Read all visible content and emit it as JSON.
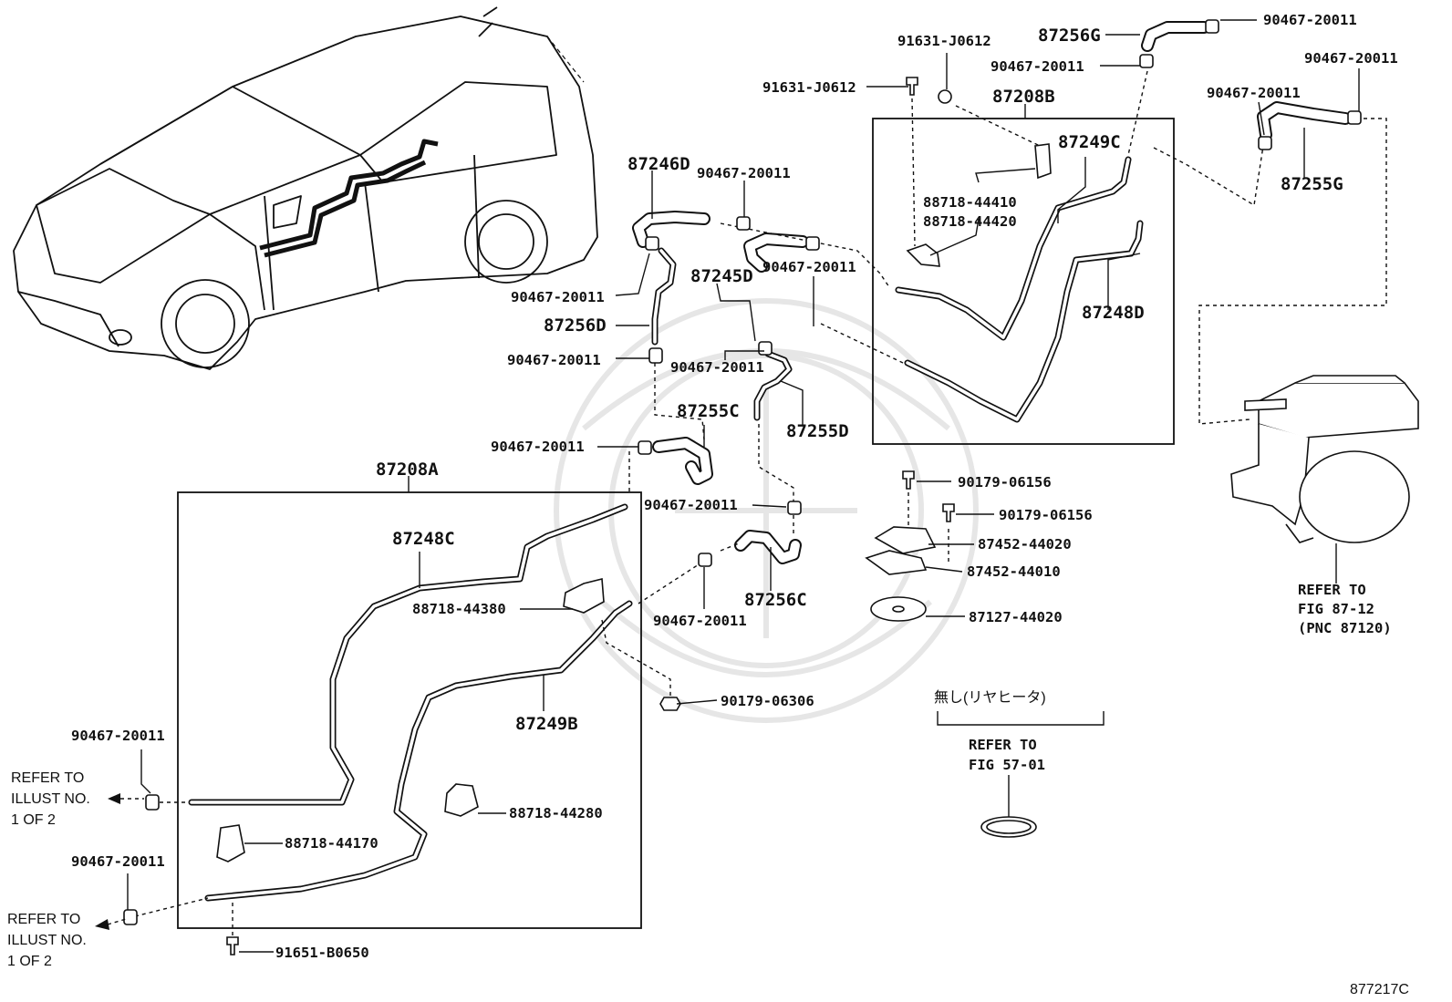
{
  "figure_id": "877217C",
  "assemblies": {
    "rear_a": "87208A",
    "rear_b": "87208B"
  },
  "parts": {
    "hose_87246d": "87246D",
    "hose_87245d": "87245D",
    "hose_87256d": "87256D",
    "hose_87255c": "87255C",
    "hose_87255d": "87255D",
    "hose_87256c": "87256C",
    "hose_87256g": "87256G",
    "hose_87255g": "87255G",
    "pipe_87248c": "87248C",
    "pipe_87249b": "87249B",
    "pipe_87249c": "87249C",
    "pipe_87248d": "87248D",
    "clamp": "90467-20011",
    "bolt_j0612": "91631-J0612",
    "clamp_44410": "88718-44410",
    "clamp_44420": "88718-44420",
    "clamp_44380": "88718-44380",
    "clamp_44280": "88718-44280",
    "clamp_44170": "88718-44170",
    "bolt_06156": "90179-06156",
    "nut_06306": "90179-06306",
    "bolt_b0650": "91651-B0650",
    "plate_44020": "87452-44020",
    "plate_44010": "87452-44010",
    "grommet_44020": "87127-44020"
  },
  "refer_notes": {
    "illust_top": [
      "REFER TO",
      "ILLUST NO.",
      "1 OF 2"
    ],
    "illust_bottom": [
      "REFER TO",
      "ILLUST NO.",
      "1 OF 2"
    ],
    "fig_87_12": [
      "REFER TO",
      "FIG 87-12",
      "(PNC 87120)"
    ],
    "fig_57_01": [
      "REFER TO",
      "FIG 57-01"
    ]
  },
  "condition_note": "無し(リヤヒータ)"
}
